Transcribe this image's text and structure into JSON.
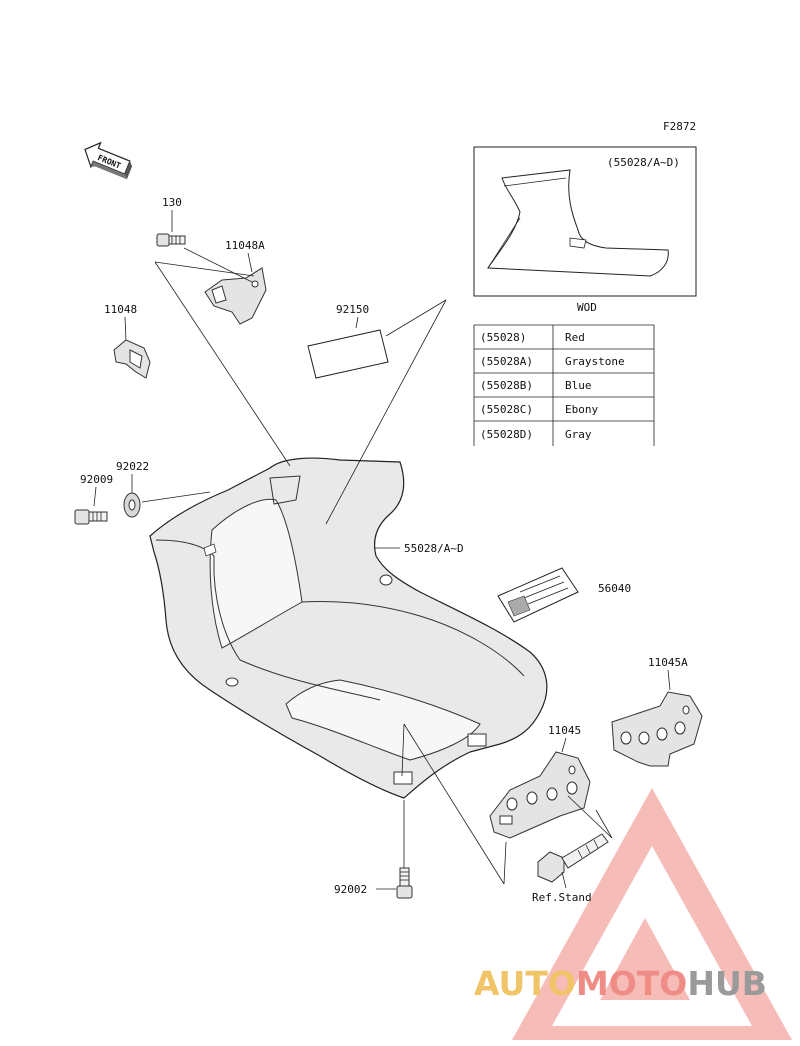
{
  "figure_code": "F2872",
  "front_label": "FRONT",
  "parts": {
    "p130": "130",
    "p11048A": "11048A",
    "p11048": "11048",
    "p92150": "92150",
    "p92022": "92022",
    "p92009": "92009",
    "p55028": "55028/A~D",
    "p56040": "56040",
    "p11045A": "11045A",
    "p11045": "11045",
    "p92002": "92002",
    "ref_stand": "Ref.Stand"
  },
  "inset": {
    "label": "(55028/A~D)",
    "caption": "WOD"
  },
  "color_table": [
    {
      "code": "(55028)",
      "color": "Red"
    },
    {
      "code": "(55028A)",
      "color": "Graystone"
    },
    {
      "code": "(55028B)",
      "color": "Blue"
    },
    {
      "code": "(55028C)",
      "color": "Ebony"
    },
    {
      "code": "(55028D)",
      "color": "Gray"
    }
  ],
  "watermark": {
    "part1": "AUTO",
    "part2": "MOTO",
    "part3": "HUB",
    "colors": {
      "auto": "#f2c468",
      "moto": "#ef8c86",
      "hub": "#9a9a9a"
    }
  }
}
